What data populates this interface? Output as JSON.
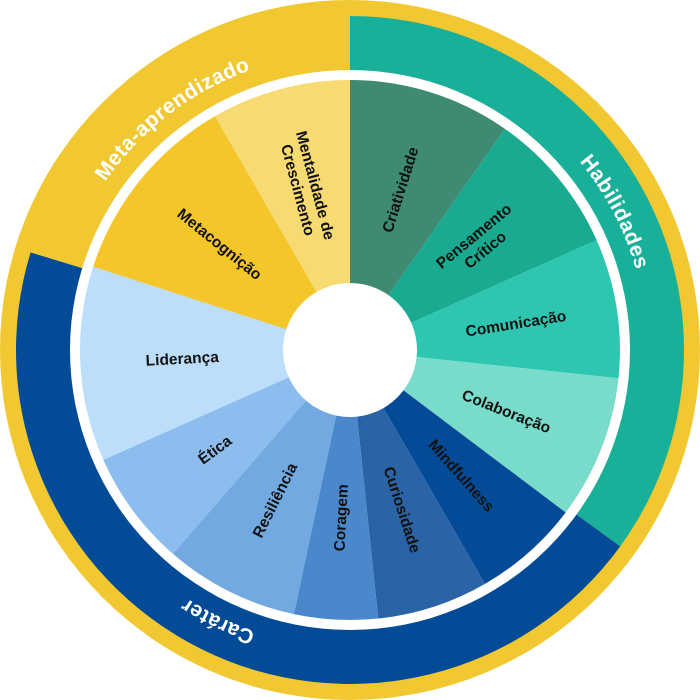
{
  "colors": {
    "border": "#f2c832",
    "inner_circle": "#ffffff"
  },
  "rings": [
    {
      "label": "Habilidades",
      "color": "#19b09a"
    },
    {
      "label": "Caráter",
      "color": "#034b96"
    },
    {
      "label": "Meta-aprendizado",
      "color": "#f2c832"
    }
  ],
  "segments": [
    {
      "lines": [
        "Criatividade"
      ],
      "color": "#3f8a73"
    },
    {
      "lines": [
        "Pensamento",
        "Crítico"
      ],
      "color": "#1aaa8f"
    },
    {
      "lines": [
        "Comunicação"
      ],
      "color": "#2ec6b0"
    },
    {
      "lines": [
        "Colaboração"
      ],
      "color": "#79dccb"
    },
    {
      "lines": [
        "Mindfulness"
      ],
      "color": "#034b96"
    },
    {
      "lines": [
        "Curiosidade"
      ],
      "color": "#2a64a6"
    },
    {
      "lines": [
        "Coragem"
      ],
      "color": "#4a88cb"
    },
    {
      "lines": [
        "Resiliência"
      ],
      "color": "#72a9e0"
    },
    {
      "lines": [
        "Ética"
      ],
      "color": "#8cbdee"
    },
    {
      "lines": [
        "Liderança"
      ],
      "color": "#bcdefb"
    },
    {
      "lines": [
        "Metacognição"
      ],
      "color": "#f4c62a"
    },
    {
      "lines": [
        "Mentalidade de",
        "Crescimento"
      ],
      "color": "#f8da72"
    }
  ]
}
